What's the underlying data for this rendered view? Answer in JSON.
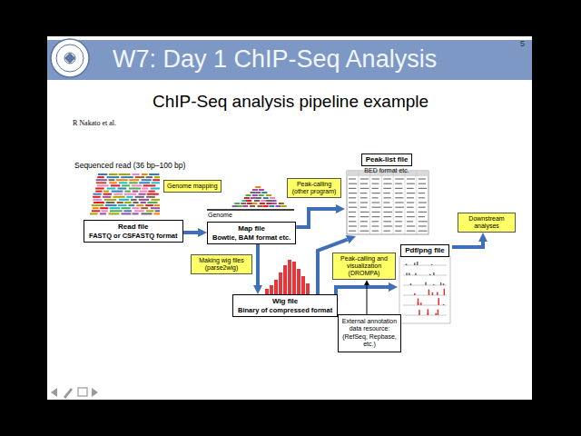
{
  "diagram": {
    "title": "W7: Day 1 ChIP-Seq Analysis",
    "nodes": [
      {
        "text": [
          "Read file",
          "FASTQ or CSFASTQ format"
        ]
      },
      {
        "text": [
          "Genome mapping"
        ]
      },
      {
        "text": [
          "Map file",
          "Bowtie, BAM format etc."
        ]
      },
      {
        "text": [
          "Peak-calling (other program)"
        ]
      },
      {
        "text": [
          "Peak-list file",
          "BED format etc."
        ]
      },
      {
        "text": [
          "Making wig files (parse2wig)"
        ]
      },
      {
        "text": [
          "Wig file",
          "Binary of compressed format"
        ]
      },
      {
        "text": [
          "Peak-calling and visualization (DROMPA)"
        ]
      },
      {
        "text": [
          "Pdf/png file"
        ]
      },
      {
        "text": [
          "Downstream analyses"
        ]
      },
      {
        "text": [
          "External annotation data resource: (RefSeq, Repbase, etc.)"
        ]
      }
    ],
    "edges": [
      {
        "from": 0,
        "to": 2,
        "arrow": "to"
      },
      {
        "from": 2,
        "to": 4,
        "arrow": "to"
      },
      {
        "from": 2,
        "to": 6,
        "arrow": "to"
      },
      {
        "from": 6,
        "to": 8,
        "arrow": "to"
      },
      {
        "from": 6,
        "to": 4,
        "arrow": "to"
      },
      {
        "from": 10,
        "to": 7,
        "arrow": "to"
      },
      {
        "from": 8,
        "to": 9,
        "arrow": "to"
      }
    ],
    "labels": [
      "5",
      "ChIP-Seq analysis pipeline example",
      "R Nakato et al.",
      "Sequenced read (36 bp–100 bp)",
      "Genome"
    ]
  }
}
